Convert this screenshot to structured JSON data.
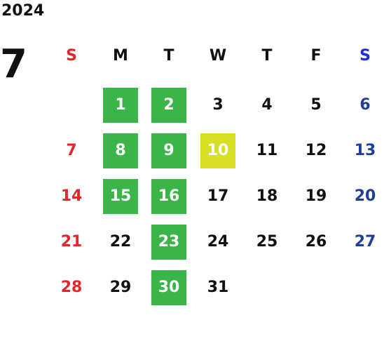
{
  "year": "2024",
  "month": "7",
  "weekdays": [
    "S",
    "M",
    "T",
    "W",
    "T",
    "F",
    "S"
  ],
  "weeks": [
    [
      "",
      "1",
      "2",
      "3",
      "4",
      "5",
      "6"
    ],
    [
      "7",
      "8",
      "9",
      "10",
      "11",
      "12",
      "13"
    ],
    [
      "14",
      "15",
      "16",
      "17",
      "18",
      "19",
      "20"
    ],
    [
      "21",
      "22",
      "23",
      "24",
      "25",
      "26",
      "27"
    ],
    [
      "28",
      "29",
      "30",
      "31",
      "",
      "",
      ""
    ]
  ],
  "highlight_green": [
    "1",
    "2",
    "8",
    "9",
    "15",
    "16",
    "23",
    "30"
  ],
  "highlight_today": [
    "10"
  ],
  "colors": {
    "sunday": "#e3262b",
    "saturday": "#1f3f9a",
    "saturday_header": "#1a2ee0",
    "weekday": "#111111",
    "green_bg": "#3bb44a",
    "today_bg": "#d7e024",
    "highlight_text": "#ffffff"
  }
}
